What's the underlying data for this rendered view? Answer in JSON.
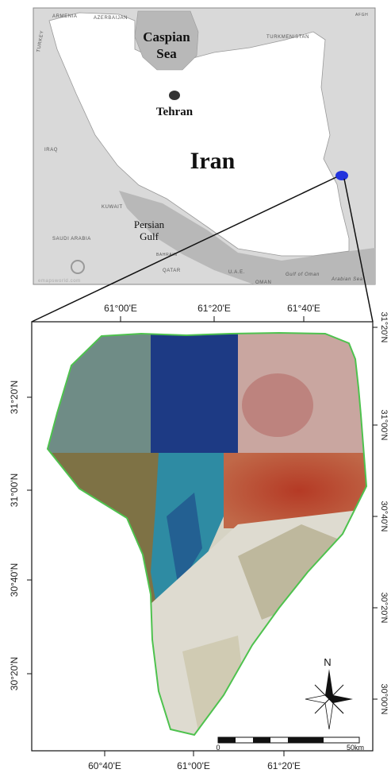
{
  "inset_map": {
    "countries": {
      "armenia": "ARMENIA",
      "azerbaijan": "AZERBAIJAN",
      "turkey": "TURKEY",
      "turkmenistan": "TURKMENISTAN",
      "iraq": "IRAQ",
      "kuwait": "KUWAIT",
      "saudi_arabia": "SAUDI ARABIA",
      "bahrain": "BAHRAIN",
      "qatar": "QATAR",
      "uae": "U.A.E.",
      "oman": "OMAN",
      "afgh": "AFGH"
    },
    "water": {
      "caspian_line1": "Caspian",
      "caspian_line2": "Sea",
      "persian_line1": "Persian",
      "persian_line2": "Gulf",
      "gulf_oman": "Gulf of Oman",
      "arabian_sea": "Arabian Sea"
    },
    "capital": "Tehran",
    "main_label": "Iran",
    "watermark": "emapsworld.com",
    "colors": {
      "land": "#ffffff",
      "neighbors": "#d9d9d9",
      "water": "#b8b8b8",
      "study_area": "#2233dd"
    }
  },
  "satellite_map": {
    "top_ticks": [
      "61°00'E",
      "61°20'E",
      "61°40'E"
    ],
    "bottom_ticks": [
      "60°40'E",
      "61°00'E",
      "61°20'E"
    ],
    "left_ticks": [
      "31°20'N",
      "31°00'N",
      "30°40'N",
      "30°20'N"
    ],
    "right_ticks": [
      "31°20'N",
      "31°00'N",
      "30°40'N",
      "30°20'N",
      "30°00'N"
    ],
    "north_label": "N",
    "scale_start": "0",
    "scale_end": "50km",
    "boundary_color": "#4ec24e"
  }
}
